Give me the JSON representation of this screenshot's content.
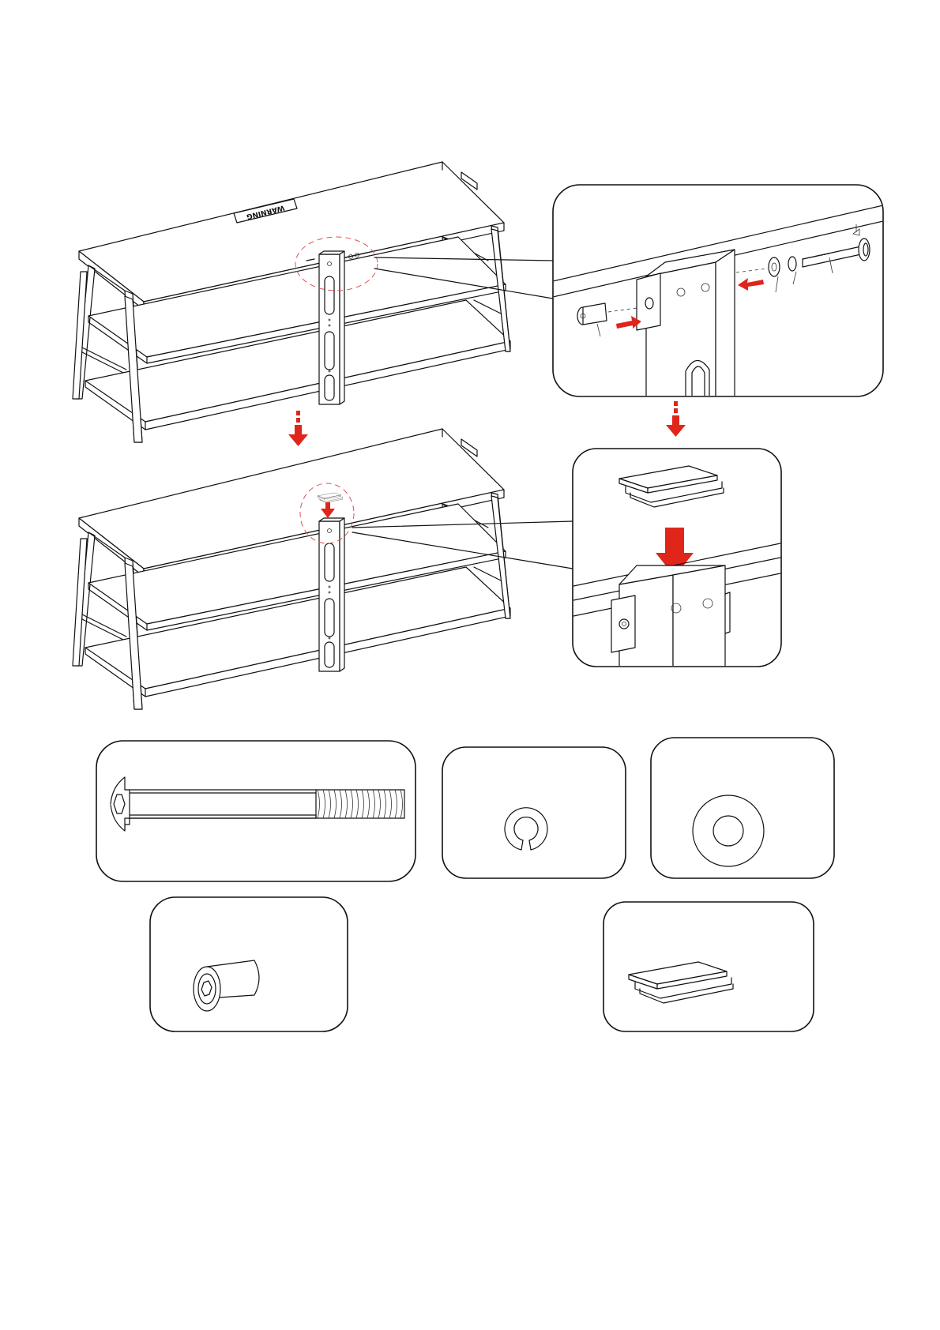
{
  "warning_label": {
    "text": "WARNING"
  },
  "colors": {
    "arrow": "#e0251b",
    "callout_circle": "#e05050",
    "line": "#111111"
  },
  "steps": [
    {
      "name": "attach-upright-post",
      "direction": "down"
    },
    {
      "name": "insert-end-cap",
      "direction": "down"
    }
  ],
  "parts": [
    {
      "name": "bolt-icon"
    },
    {
      "name": "split-lock-washer-icon"
    },
    {
      "name": "flat-washer-icon"
    },
    {
      "name": "barrel-nut-icon"
    },
    {
      "name": "end-cap-icon"
    }
  ]
}
